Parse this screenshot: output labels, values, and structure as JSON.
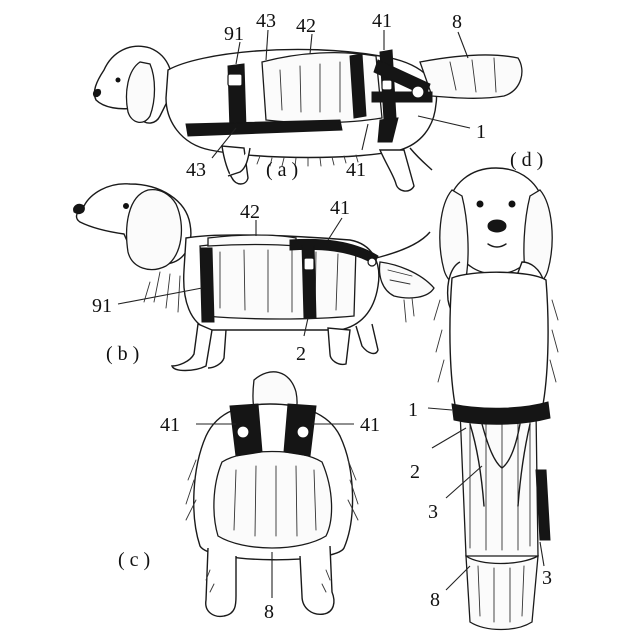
{
  "views": {
    "a": {
      "label": "( a )",
      "refs": [
        "91",
        "43",
        "42",
        "41",
        "8",
        "1",
        "43",
        "41"
      ]
    },
    "b": {
      "label": "( b )",
      "refs": [
        "42",
        "41",
        "91",
        "2"
      ]
    },
    "c": {
      "label": "( c )",
      "refs": [
        "41",
        "41",
        "8"
      ]
    },
    "d": {
      "label": "( d )",
      "refs": [
        "1",
        "2",
        "3",
        "3",
        "8"
      ]
    }
  },
  "colors": {
    "line": "#1a1a1a",
    "strap": "#151515",
    "background": "#ffffff"
  }
}
